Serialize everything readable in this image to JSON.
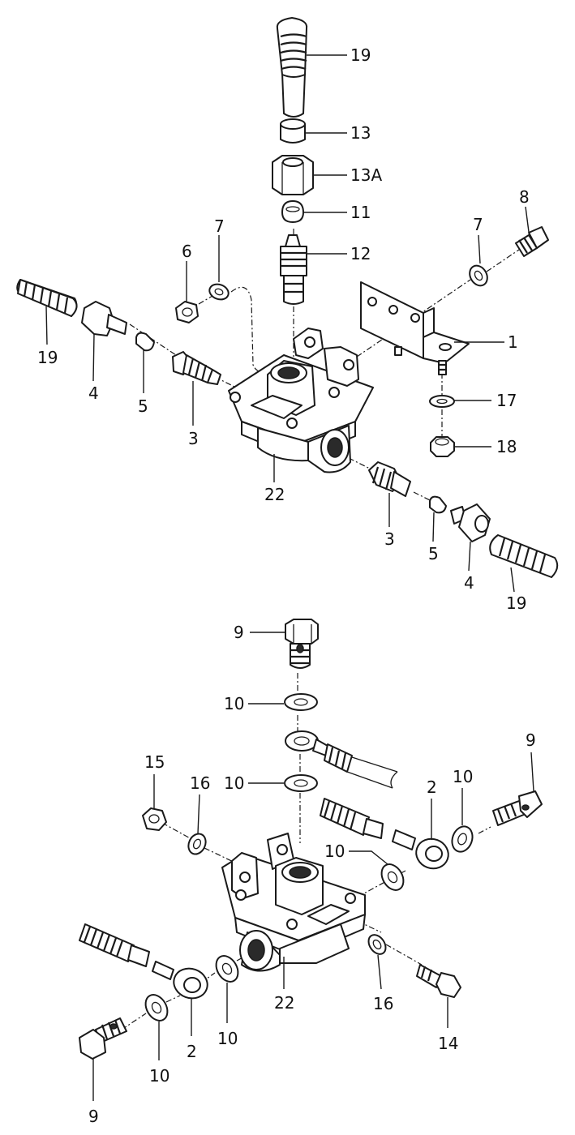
{
  "callouts": {
    "c19a": "19",
    "c13": "13",
    "c13a": "13A",
    "c11": "11",
    "c12": "12",
    "c8": "8",
    "c7a": "7",
    "c7b": "7",
    "c6": "6",
    "c1": "1",
    "c19b": "19",
    "c4a": "4",
    "c5a": "5",
    "c3a": "3",
    "c17": "17",
    "c18": "18",
    "c22a": "22",
    "c3b": "3",
    "c5b": "5",
    "c4b": "4",
    "c19c": "19",
    "c9a": "9",
    "c10a": "10",
    "c10b": "10",
    "c15": "15",
    "c16a": "16",
    "c2a": "2",
    "c10c": "10",
    "c9b": "9",
    "c10d": "10",
    "c22b": "22",
    "c16b": "16",
    "c14": "14",
    "c10e": "10",
    "c2b": "2",
    "c10f": "10",
    "c9c": "9"
  }
}
